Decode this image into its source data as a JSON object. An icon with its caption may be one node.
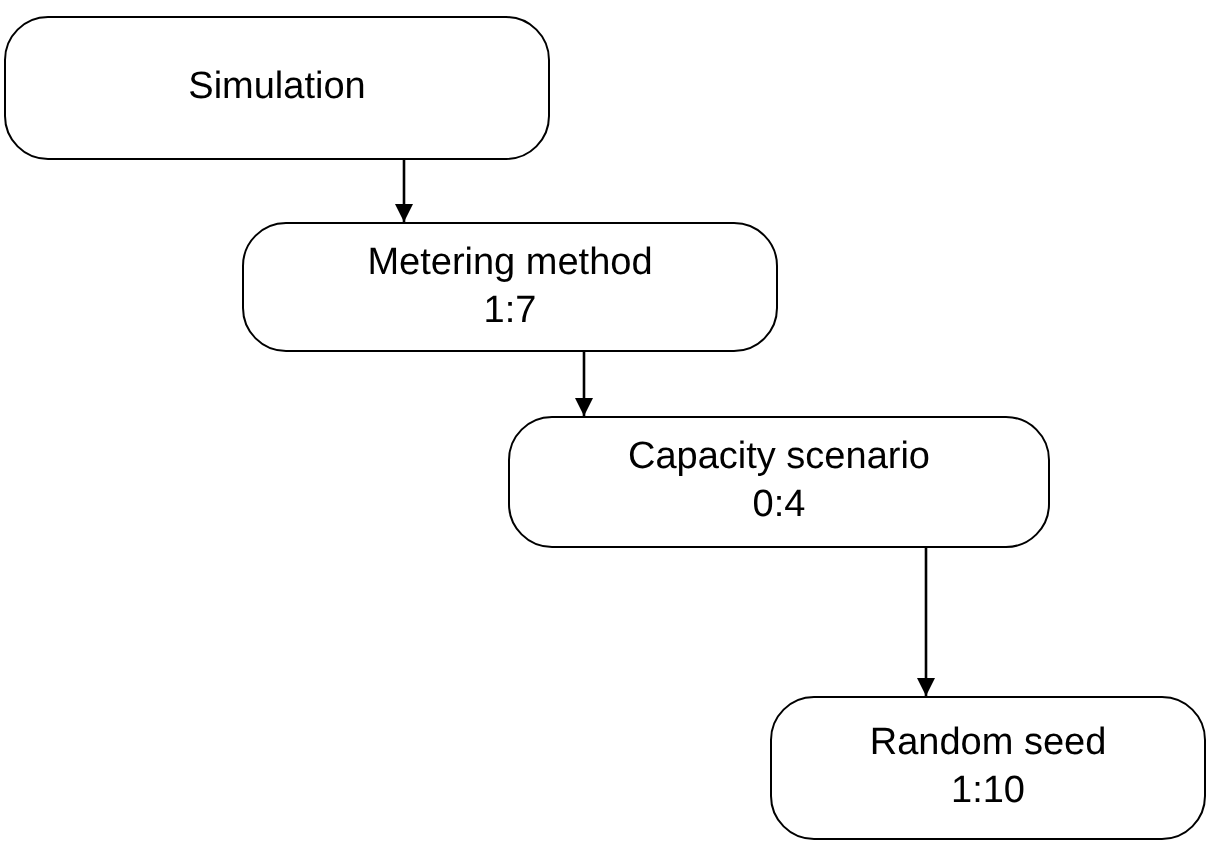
{
  "diagram": {
    "nodes": [
      {
        "text": [
          "Simulation"
        ]
      },
      {
        "text": [
          "Metering method",
          "1:7"
        ]
      },
      {
        "text": [
          "Capacity scenario",
          "0:4"
        ]
      },
      {
        "text": [
          "Random seed",
          "1:10"
        ]
      }
    ],
    "edges": [
      {
        "from": 0,
        "to": 1,
        "arrow": "to"
      },
      {
        "from": 1,
        "to": 2,
        "arrow": "to"
      },
      {
        "from": 2,
        "to": 3,
        "arrow": "to"
      }
    ]
  }
}
